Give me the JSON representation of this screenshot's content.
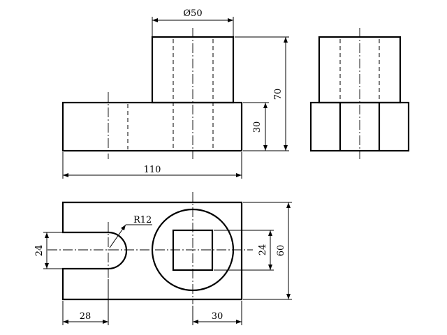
{
  "drawing": {
    "front_view": {
      "dim_diameter": "Ø50",
      "dim_height_total": "70",
      "dim_base_height": "30",
      "dim_width": "110"
    },
    "top_view": {
      "dim_radius": "R12",
      "dim_slot_width": "24",
      "dim_square": "24",
      "dim_depth": "60",
      "dim_slot_length": "28",
      "dim_right_offset": "30"
    }
  }
}
